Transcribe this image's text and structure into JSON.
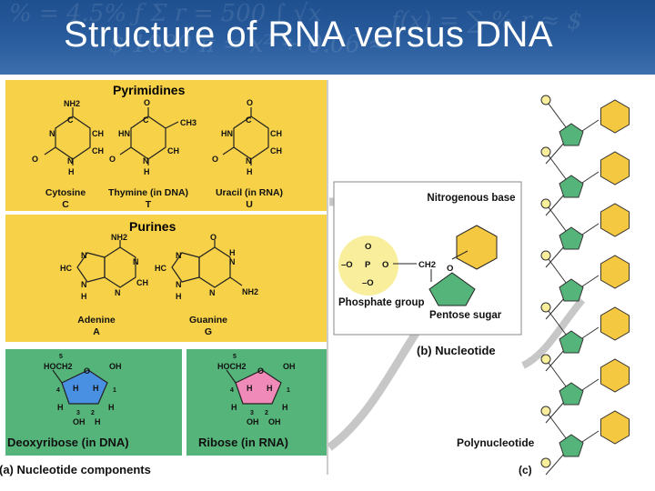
{
  "slide": {
    "title": "Structure of RNA versus DNA",
    "banner_color": "#1e4f8f",
    "banner_deco": [
      "%  =  4.5%  ƒ  Σ  r  =  500  ∫  √x",
      "$ 1000   π  =  x²  ÷  0.06  ≈",
      "ƒ(x)  =  ∑  %  r  ≈  $"
    ]
  },
  "panel_a": {
    "caption": "(a) Nucleotide components",
    "colors": {
      "yellow": "#f7d148",
      "green": "#55b47a",
      "blue_ring": "#4a90e2",
      "pink_ring": "#f08ab8"
    },
    "pyrimidines": {
      "heading": "Pyrimidines",
      "bases": [
        {
          "name": "Cytosine",
          "code": "C"
        },
        {
          "name": "Thymine (in DNA)",
          "code": "T"
        },
        {
          "name": "Uracil (in RNA)",
          "code": "U"
        }
      ]
    },
    "purines": {
      "heading": "Purines",
      "bases": [
        {
          "name": "Adenine",
          "code": "A"
        },
        {
          "name": "Guanine",
          "code": "G"
        }
      ]
    },
    "sugars": [
      {
        "name": "Deoxyribose (in DNA)",
        "c2_label": "H"
      },
      {
        "name": "Ribose (in RNA)",
        "c2_label": "OH"
      }
    ],
    "atoms": {
      "nh2": "NH2",
      "o": "O",
      "n": "N",
      "h": "H",
      "ch": "CH",
      "hn": "HN",
      "ch3": "CH3",
      "c": "C",
      "hc": "HC",
      "hoch2": "HOCH2",
      "oh": "OH",
      "ring_numbers": [
        "5",
        "4",
        "3",
        "2",
        "1"
      ]
    }
  },
  "panel_b": {
    "caption": "(b) Nucleotide",
    "nitrogenous_base": "Nitrogenous base",
    "phosphate_group": "Phosphate group",
    "pentose_sugar": "Pentose sugar",
    "atoms": {
      "o": "O",
      "p": "P",
      "o_minus": "–O",
      "ch2": "CH2"
    }
  },
  "panel_c": {
    "caption": "(c)",
    "label": "Polynucleotide"
  }
}
